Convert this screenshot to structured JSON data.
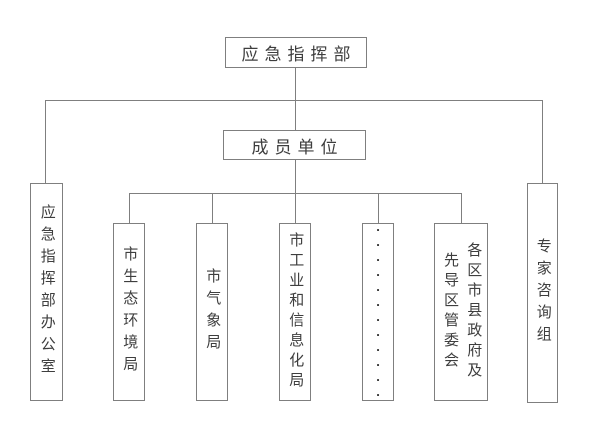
{
  "org_chart": {
    "root": {
      "label": "应急指挥部"
    },
    "member_units_header": {
      "label": "成员单位"
    },
    "office": {
      "label": "应急指挥部办公室"
    },
    "expert_group": {
      "label": "专家咨询组"
    },
    "members": [
      {
        "label": "市生态环境局"
      },
      {
        "label": "市气象局"
      },
      {
        "label": "市工业和信息化局"
      },
      {
        "label": "············"
      },
      {
        "label": "各区市县政府及先导区管委会",
        "lines": [
          "各区市县政府及",
          "先导区管委会"
        ]
      }
    ],
    "colors": {
      "line": "#7f7f7f",
      "text": "#3e3e3e",
      "background": "#ffffff"
    }
  }
}
